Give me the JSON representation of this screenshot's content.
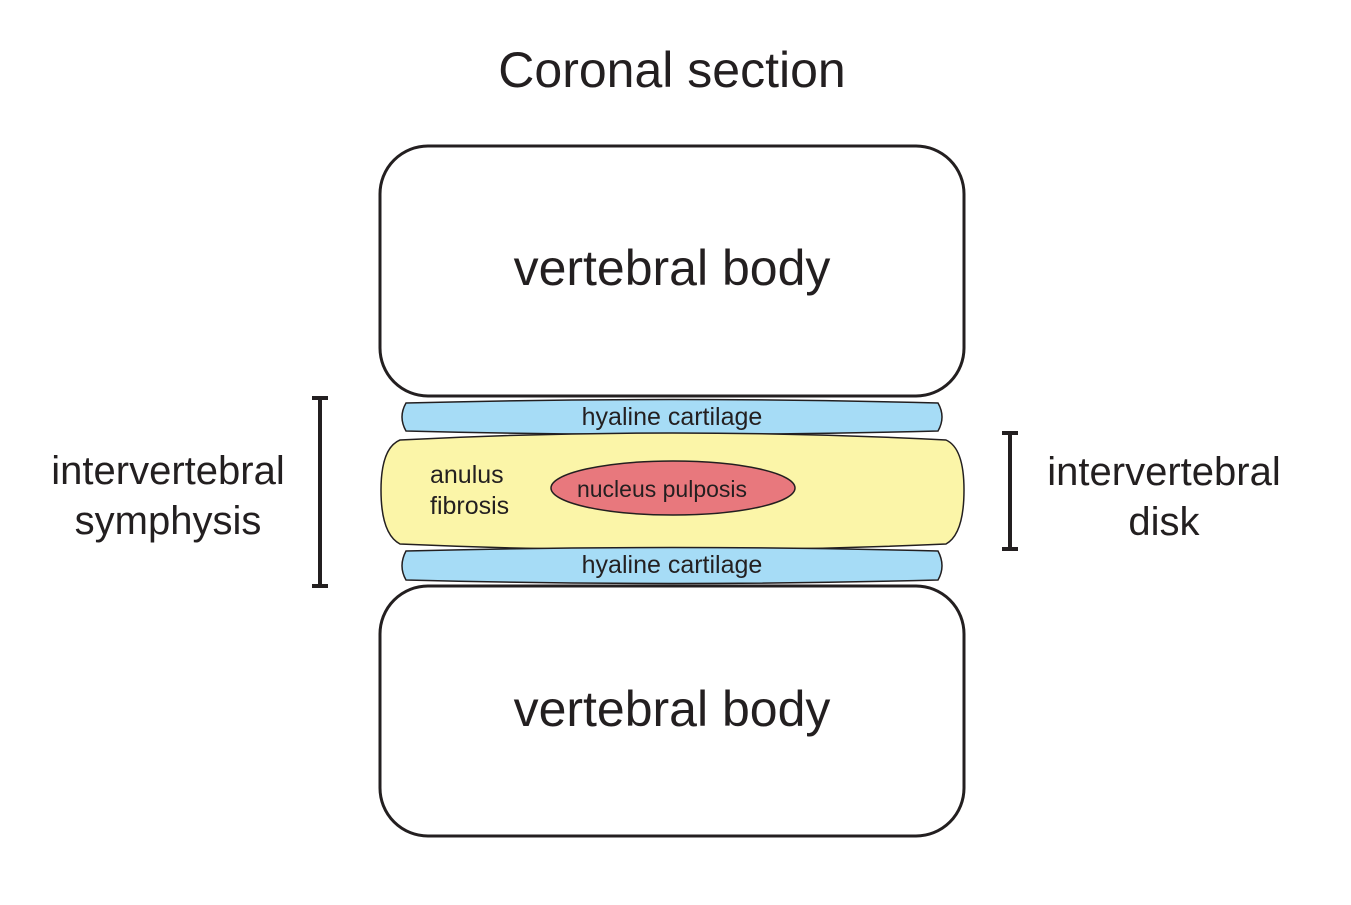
{
  "title": "Coronal section",
  "upper_vertebral_body": {
    "label": "vertebral body"
  },
  "lower_vertebral_body": {
    "label": "vertebral body"
  },
  "upper_hyaline_cartilage": {
    "label": "hyaline cartilage"
  },
  "lower_hyaline_cartilage": {
    "label": "hyaline cartilage"
  },
  "anulus_fibrosis": {
    "label_line1": "anulus",
    "label_line2": "fibrosis"
  },
  "nucleus_pulposis": {
    "label": "nucleus pulposis"
  },
  "symphysis_bracket": {
    "label_line1": "intervertebral",
    "label_line2": "symphysis"
  },
  "disk_bracket": {
    "label_line1": "intervertebral",
    "label_line2": "disk"
  },
  "colors": {
    "cartilage": "#a6dcf6",
    "anulus": "#fbf5a8",
    "nucleus": "#e8787d",
    "outline": "#231f20",
    "background": "#ffffff"
  }
}
